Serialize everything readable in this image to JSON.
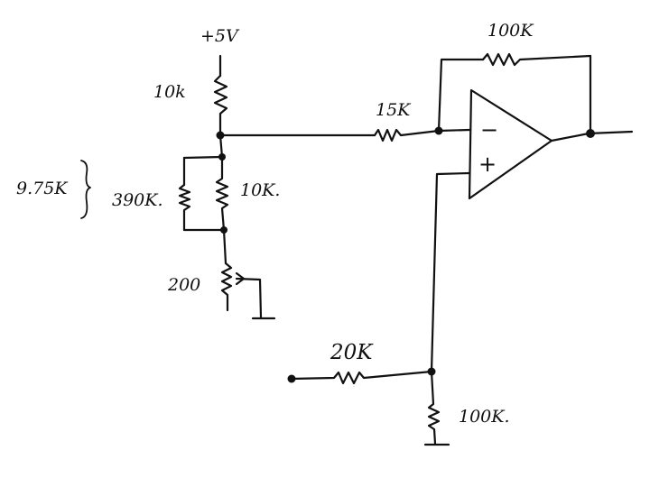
{
  "labels": {
    "supply": "+5V",
    "r_top": "10k",
    "r_input": "15K",
    "r_feedback": "100K",
    "r_parallel_left": "390K.",
    "r_parallel_right": "10K.",
    "parallel_equiv": "9.75K",
    "pot": "200",
    "r_ref_series": "20K",
    "r_ref_ground": "100K."
  },
  "opamp": {
    "inverting_sign": "−",
    "noninverting_sign": "+"
  }
}
